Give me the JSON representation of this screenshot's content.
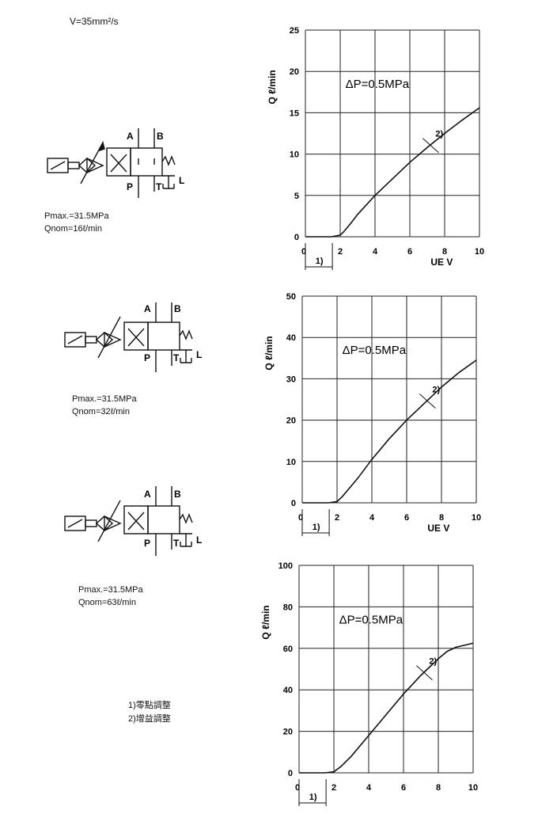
{
  "viscosity": "V=35mm²/s",
  "notes": [
    "1)零點調整",
    "2)增益調整"
  ],
  "valves": [
    {
      "pmax": "Pmax.=31.5MPa",
      "qnom": "Qnom=16ℓ/min"
    },
    {
      "pmax": "Pmax.=31.5MPa",
      "qnom": "Qnom=32ℓ/min"
    },
    {
      "pmax": "Pmax.=31.5MPa",
      "qnom": "Qnom=63ℓ/min"
    }
  ],
  "symbol_labels": {
    "A": "A",
    "B": "B",
    "P": "P",
    "T": "T",
    "L": "L"
  },
  "chart_data": [
    {
      "type": "line",
      "ylabel": "Q ℓ/min",
      "xlabel": "UE V",
      "x_ticks": [
        0,
        2,
        4,
        6,
        8,
        10
      ],
      "y_ticks": [
        0,
        5,
        10,
        15,
        20,
        25
      ],
      "xlim": [
        0,
        10
      ],
      "ylim": [
        0,
        25
      ],
      "grid": true,
      "annotation": "ΔP=0.5MPa",
      "marker_1": "1)",
      "marker_2": "2)",
      "series": [
        {
          "x": [
            0,
            1.5,
            2,
            2.2,
            2.6,
            3,
            4,
            5,
            6,
            7,
            8,
            9,
            10
          ],
          "y": [
            0,
            0,
            0.2,
            0.6,
            1.6,
            2.7,
            5.0,
            7.0,
            9.0,
            10.8,
            12.5,
            14.1,
            15.6
          ]
        }
      ]
    },
    {
      "type": "line",
      "ylabel": "Q ℓ/min",
      "xlabel": "UE V",
      "x_ticks": [
        0,
        2,
        4,
        6,
        8,
        10
      ],
      "y_ticks": [
        0,
        10,
        20,
        30,
        40,
        50
      ],
      "xlim": [
        0,
        10
      ],
      "ylim": [
        0,
        50
      ],
      "grid": true,
      "annotation": "ΔP=0.5MPa",
      "marker_1": "1)",
      "marker_2": "2)",
      "series": [
        {
          "x": [
            0,
            1.5,
            2,
            2.3,
            2.8,
            3.2,
            4,
            5,
            6,
            7,
            8,
            9,
            10
          ],
          "y": [
            0,
            0,
            0.3,
            1.5,
            4,
            6,
            10.5,
            15.5,
            20,
            24,
            28,
            31.5,
            34.5
          ]
        }
      ]
    },
    {
      "type": "line",
      "ylabel": "Q ℓ/min",
      "xlabel": "",
      "x_ticks": [
        0,
        2,
        4,
        6,
        8,
        10
      ],
      "y_ticks": [
        0,
        20,
        40,
        60,
        80,
        100
      ],
      "xlim": [
        0,
        10
      ],
      "ylim": [
        0,
        100
      ],
      "grid": true,
      "annotation": "ΔP=0.5MPa",
      "marker_1": "1)",
      "marker_2": "2)",
      "series": [
        {
          "x": [
            0,
            1.5,
            2,
            2.4,
            3,
            4,
            5,
            6,
            7,
            8,
            8.5,
            9,
            9.5,
            10
          ],
          "y": [
            0,
            0,
            0.5,
            3,
            8,
            18,
            28,
            38,
            47,
            55,
            58.5,
            60.5,
            61.5,
            62.5
          ]
        }
      ]
    }
  ]
}
